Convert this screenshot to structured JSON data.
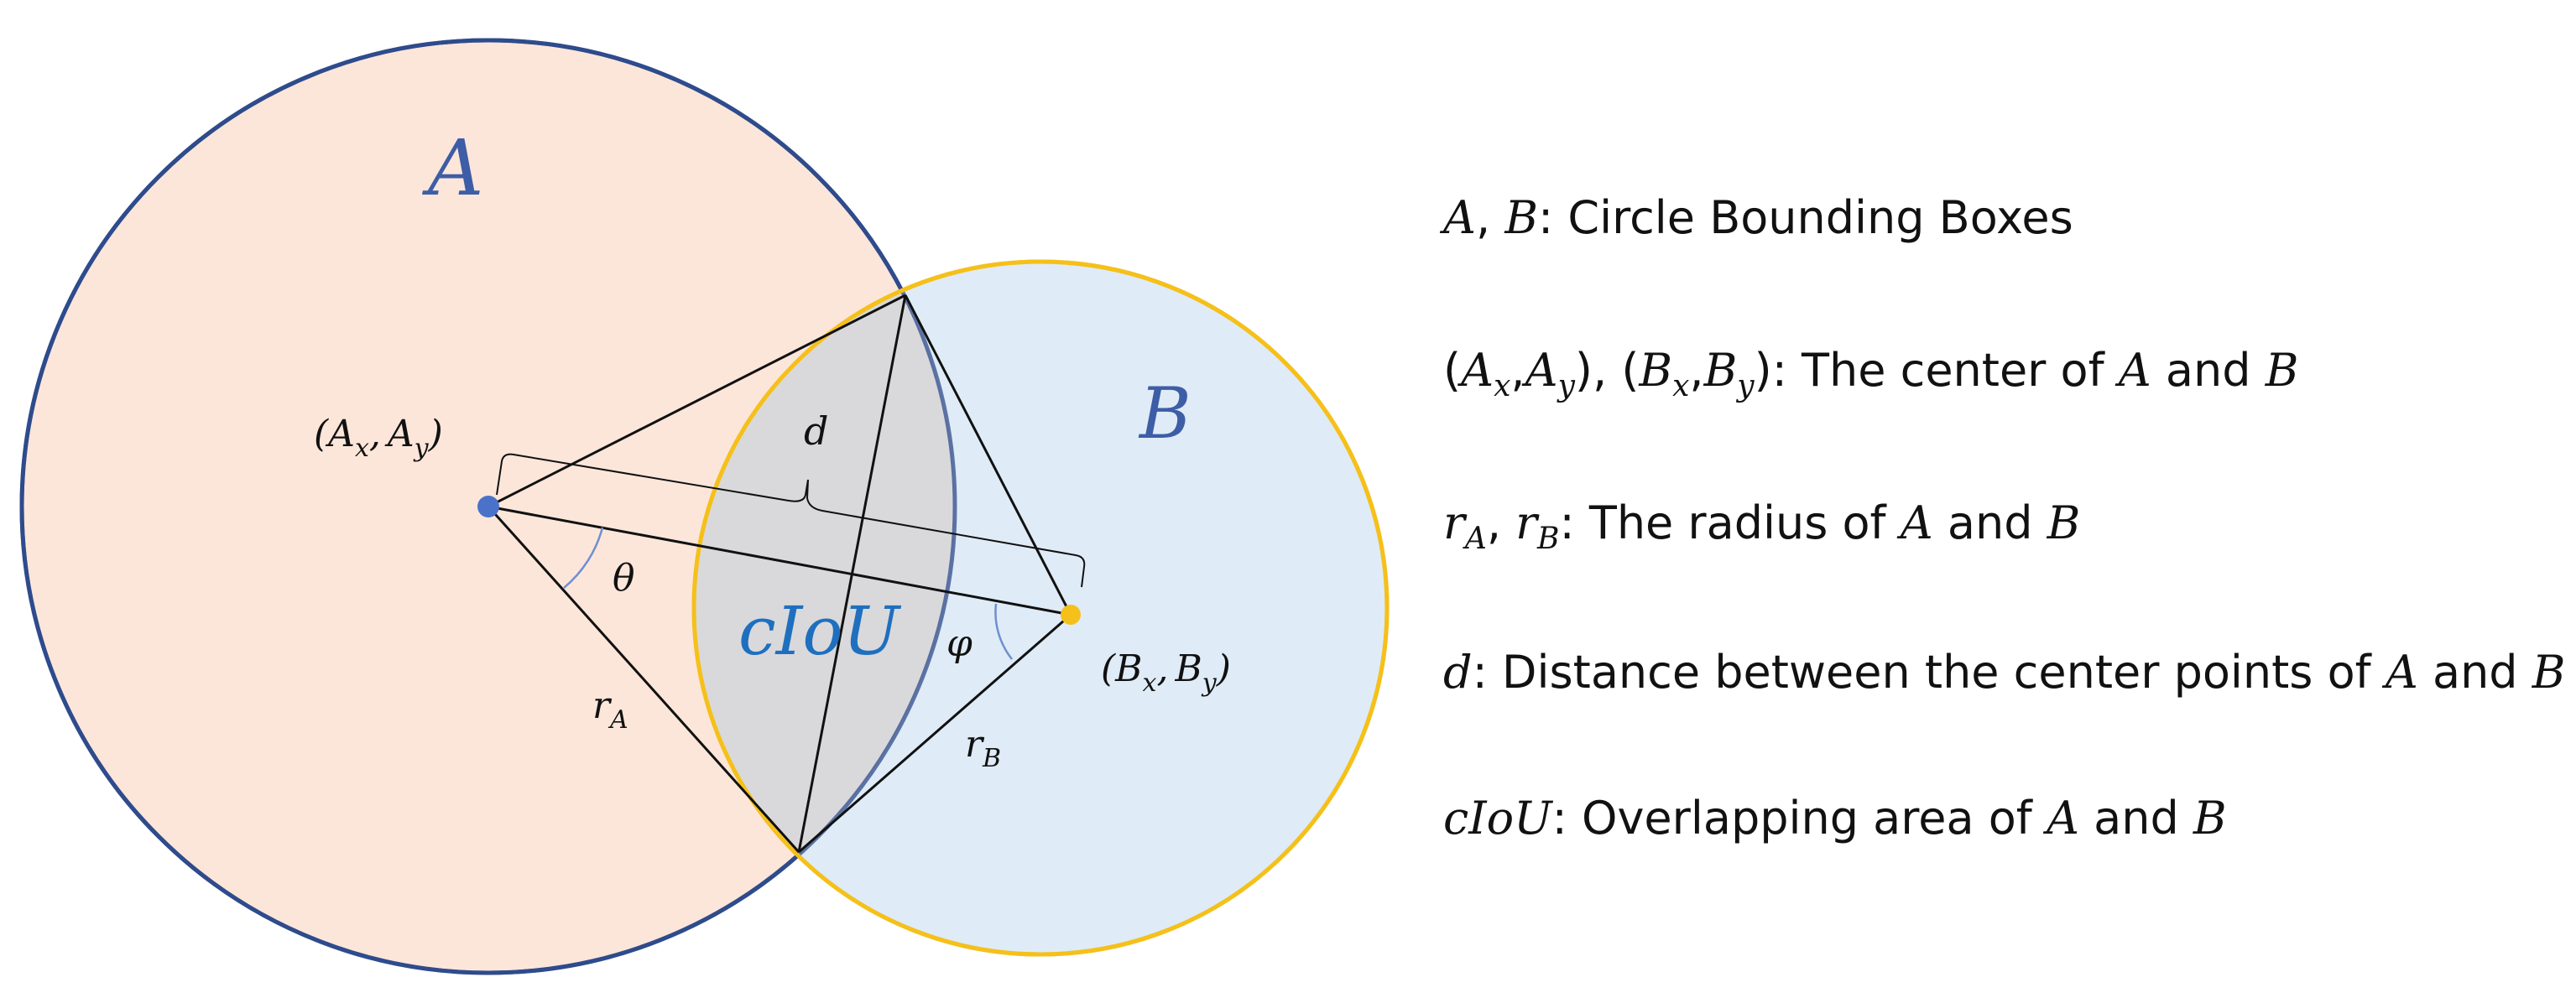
{
  "colors": {
    "circle_a_fill": "#fce6da",
    "circle_a_stroke": "#2f4b8c",
    "circle_b_fill": "#dfebf6",
    "circle_b_stroke": "#f5c01a",
    "overlap_fill": "#d9d9db",
    "label_blue": "#3d5da6",
    "ciou_blue": "#1f6fbf",
    "line": "#111111",
    "angle_arc": "#6f8fd0"
  },
  "diagram": {
    "circle_a_label": "A",
    "circle_b_label": "B",
    "center_a_label": {
      "open": "(",
      "v1": "A",
      "s1": "x",
      "sep": ",",
      "v2": "A",
      "s2": "y",
      "close": ")"
    },
    "center_b_label": {
      "open": "(",
      "v1": "B",
      "s1": "x",
      "sep": ",",
      "v2": "B",
      "s2": "y",
      "close": ")"
    },
    "distance_label": "d",
    "theta_label": "θ",
    "phi_label": "φ",
    "radius_a_label": {
      "v": "r",
      "s": "A"
    },
    "radius_b_label": {
      "v": "r",
      "s": "B"
    },
    "overlap_label": "cIoU"
  },
  "legend": {
    "row1": {
      "v1": "A",
      "sep": ", ",
      "v2": "B",
      "text": ": Circle Bounding Boxes"
    },
    "row2": {
      "p1": "(",
      "a": "A",
      "ax": "x",
      "c1": ",",
      "a2": "A",
      "ay": "y",
      "p2": ")",
      "sep": ", ",
      "p3": "(",
      "b": "B",
      "bx": "x",
      "c2": ",",
      "b2": "B",
      "by": "y",
      "p4": ")",
      "text": ": The center of ",
      "v1": "A",
      "and": " and ",
      "v2": "B"
    },
    "row3": {
      "r1": "r",
      "s1": "A",
      "sep": ", ",
      "r2": "r",
      "s2": "B",
      "text": ": The radius of ",
      "v1": "A",
      "and": " and ",
      "v2": "B"
    },
    "row4": {
      "v": "d",
      "text": ": Distance between the center points of ",
      "v1": "A",
      "and": " and ",
      "v2": "B"
    },
    "row5": {
      "v": "cIoU",
      "text": ": Overlapping area of ",
      "v1": "A",
      "and": " and ",
      "v2": "B"
    }
  }
}
